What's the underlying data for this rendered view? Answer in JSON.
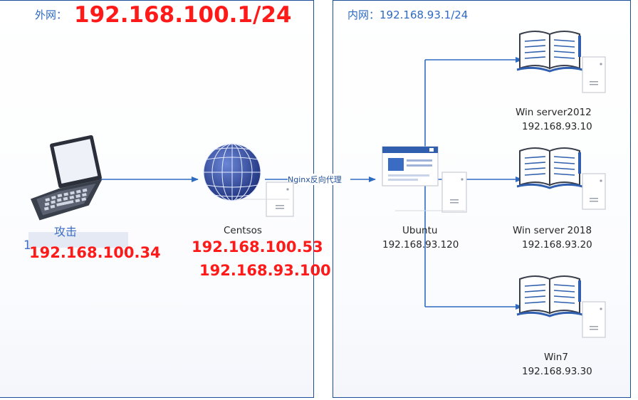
{
  "zones": {
    "external": {
      "prefix": "外网：",
      "subnet": "192.168.100.1/24"
    },
    "internal": {
      "title": "内网：192.168.93.1/24"
    }
  },
  "nodes": {
    "attacker": {
      "label": "攻击",
      "ip_stub": "1",
      "ip": "192.168.100.34"
    },
    "centos": {
      "label": "Centsos",
      "ip_external": "192.168.100.53",
      "ip_internal": "192.168.93.100"
    },
    "ubuntu": {
      "label": "Ubuntu",
      "ip": "192.168.93.120"
    },
    "win2012": {
      "label": "Win server2012",
      "ip": "192.168.93.10"
    },
    "win2018": {
      "label": "Win server 2018",
      "ip": "192.168.93.20"
    },
    "win7": {
      "label": "Win7",
      "ip": "192.168.93.30"
    }
  },
  "edges": {
    "proxy_label": "Nginx反向代理"
  },
  "colors": {
    "arrow": "#2e6bc2",
    "zone_border": "#1f4e99",
    "highlight": "#ff1a1a",
    "title": "#2d6ac4"
  }
}
